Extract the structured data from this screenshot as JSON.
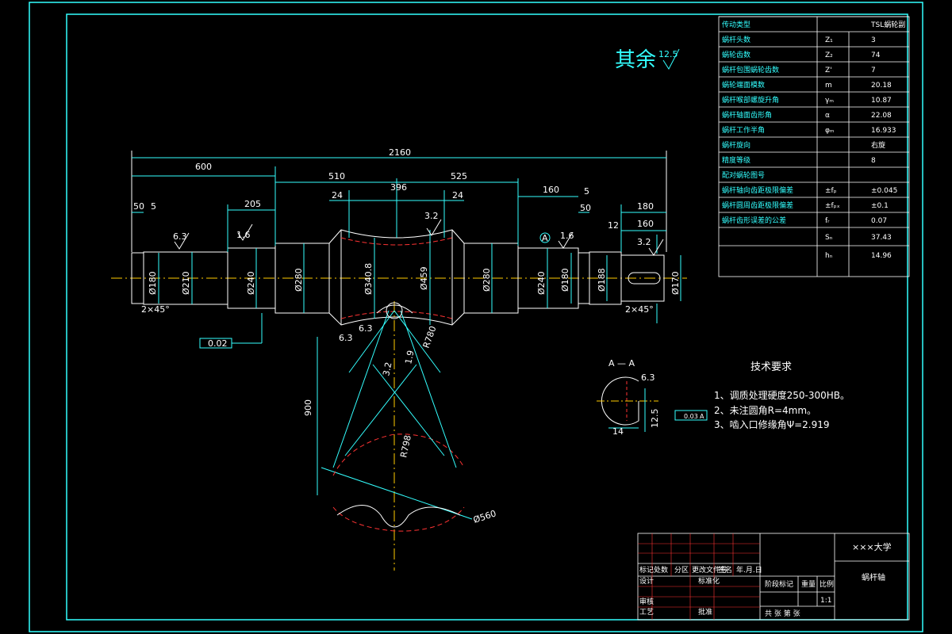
{
  "drawing": {
    "roughness_note": "其余",
    "roughness_value": "12.5",
    "tech_title": "技术要求",
    "tech_items": [
      "1、调质处理硬度250-300HB。",
      "2、未注圆角R=4mm。",
      "3、啮入口修缘角Ψ=2.919"
    ],
    "section_label": "A — A",
    "section_dim_width": "14",
    "section_roughness": "6.3",
    "section_dim_depth": "12.5",
    "section_tolerance": "0.03",
    "section_datum": "A"
  },
  "dims": {
    "total": "2160",
    "left_len": "600",
    "mid_left": "510",
    "mid_right": "525",
    "gap_left": "24",
    "throat": "396",
    "gap_right": "24",
    "right_160": "160",
    "right_5": "5",
    "left_50": "50",
    "left_5": "5",
    "left_205": "205",
    "right_180": "180",
    "right_160b": "160",
    "right_50": "50",
    "right_12": "12",
    "r_63_a": "6.3",
    "r_16_a": "1.6",
    "r_32_a": "3.2",
    "r_16_b": "1.6",
    "r_32_b": "3.2",
    "r_63_b": "6.3",
    "r_63_c": "6.3",
    "d_180": "Ø180",
    "d_210": "Ø210",
    "d_240a": "Ø240",
    "d_280a": "Ø280",
    "d_3408": "Ø340.8",
    "d_459": "Ø459",
    "d_280b": "Ø280",
    "d_240b": "Ø240",
    "d_180b": "Ø180",
    "d_188": "Ø188",
    "d_170": "Ø170",
    "chamfer_left": "2×45°",
    "chamfer_right": "2×45°",
    "r_900": "900",
    "r_798": "R798",
    "r_560": "Ø560",
    "a_32": "3.2",
    "a_19": "1.9",
    "a_r780": "R780",
    "datum_A": "A",
    "tol_runout": "0.02"
  },
  "params": {
    "rows": [
      {
        "label": "传动类型",
        "symbol": "",
        "value": "TSL蜗轮副"
      },
      {
        "label": "蜗杆头数",
        "symbol": "Z₁",
        "value": "3"
      },
      {
        "label": "蜗轮齿数",
        "symbol": "Z₂",
        "value": "74"
      },
      {
        "label": "蜗杆包围蜗轮齿数",
        "symbol": "Z'",
        "value": "7"
      },
      {
        "label": "蜗轮端面模数",
        "symbol": "m",
        "value": "20.18"
      },
      {
        "label": "蜗杆喉部螺旋升角",
        "symbol": "γₘ",
        "value": "10.87"
      },
      {
        "label": "蜗杆轴面齿形角",
        "symbol": "α",
        "value": "22.08"
      },
      {
        "label": "蜗杆工作半角",
        "symbol": "φₘ",
        "value": "16.933"
      },
      {
        "label": "蜗杆旋向",
        "symbol": "",
        "value": "右旋"
      },
      {
        "label": "精度等级",
        "symbol": "",
        "value": "8"
      },
      {
        "label": "配对蜗轮图号",
        "symbol": "",
        "value": ""
      },
      {
        "label": "蜗杆轴向齿距极限偏差",
        "symbol": "±fₚ",
        "value": "±0.045"
      },
      {
        "label": "蜗杆圆周齿距极限偏差",
        "symbol": "±fₚₓ",
        "value": "±0.1"
      },
      {
        "label": "蜗杆齿形误差的公差",
        "symbol": "fᵣ",
        "value": "0.07"
      },
      {
        "label": "",
        "symbol": "Sₙ",
        "value": "37.43"
      },
      {
        "label": "",
        "symbol": "hₙ",
        "value": "14.96"
      }
    ]
  },
  "titleblock": {
    "school": "×××大学",
    "part_name": "蜗杆轴",
    "scale_label": "比例",
    "scale": "1:1",
    "weight_label": "重量",
    "stage_label": "阶段标记",
    "sheets": "共  张  第  张",
    "header_cells": [
      "标记",
      "处数",
      "分区",
      "更改文件号",
      "签名",
      "年.月.日"
    ],
    "design": "设计",
    "standard": "标准化",
    "review": "审核",
    "process": "工艺",
    "approve": "批准"
  }
}
